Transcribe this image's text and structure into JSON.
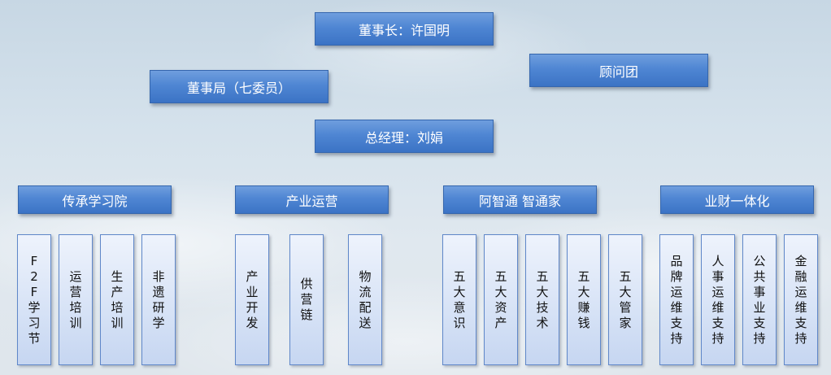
{
  "top": {
    "chairman": "董事长：许国明",
    "board": "董事局（七委员）",
    "advisors": "顾问团",
    "gm": "总经理：刘娟"
  },
  "divisions": [
    {
      "label": "传承学习院",
      "items": [
        "F2F学习节",
        "运营培训",
        "生产培训",
        "非遗研学"
      ]
    },
    {
      "label": "产业运营",
      "items": [
        "产业开发",
        "供营链",
        "物流配送"
      ]
    },
    {
      "label": "阿智通 智通家",
      "items": [
        "五大意识",
        "五大资产",
        "五大技术",
        "五大赚钱",
        "五大管家"
      ]
    },
    {
      "label": "业财一体化",
      "items": [
        "品牌运维支持",
        "人事运维支持",
        "公共事业支持",
        "金融运维支持"
      ]
    }
  ]
}
